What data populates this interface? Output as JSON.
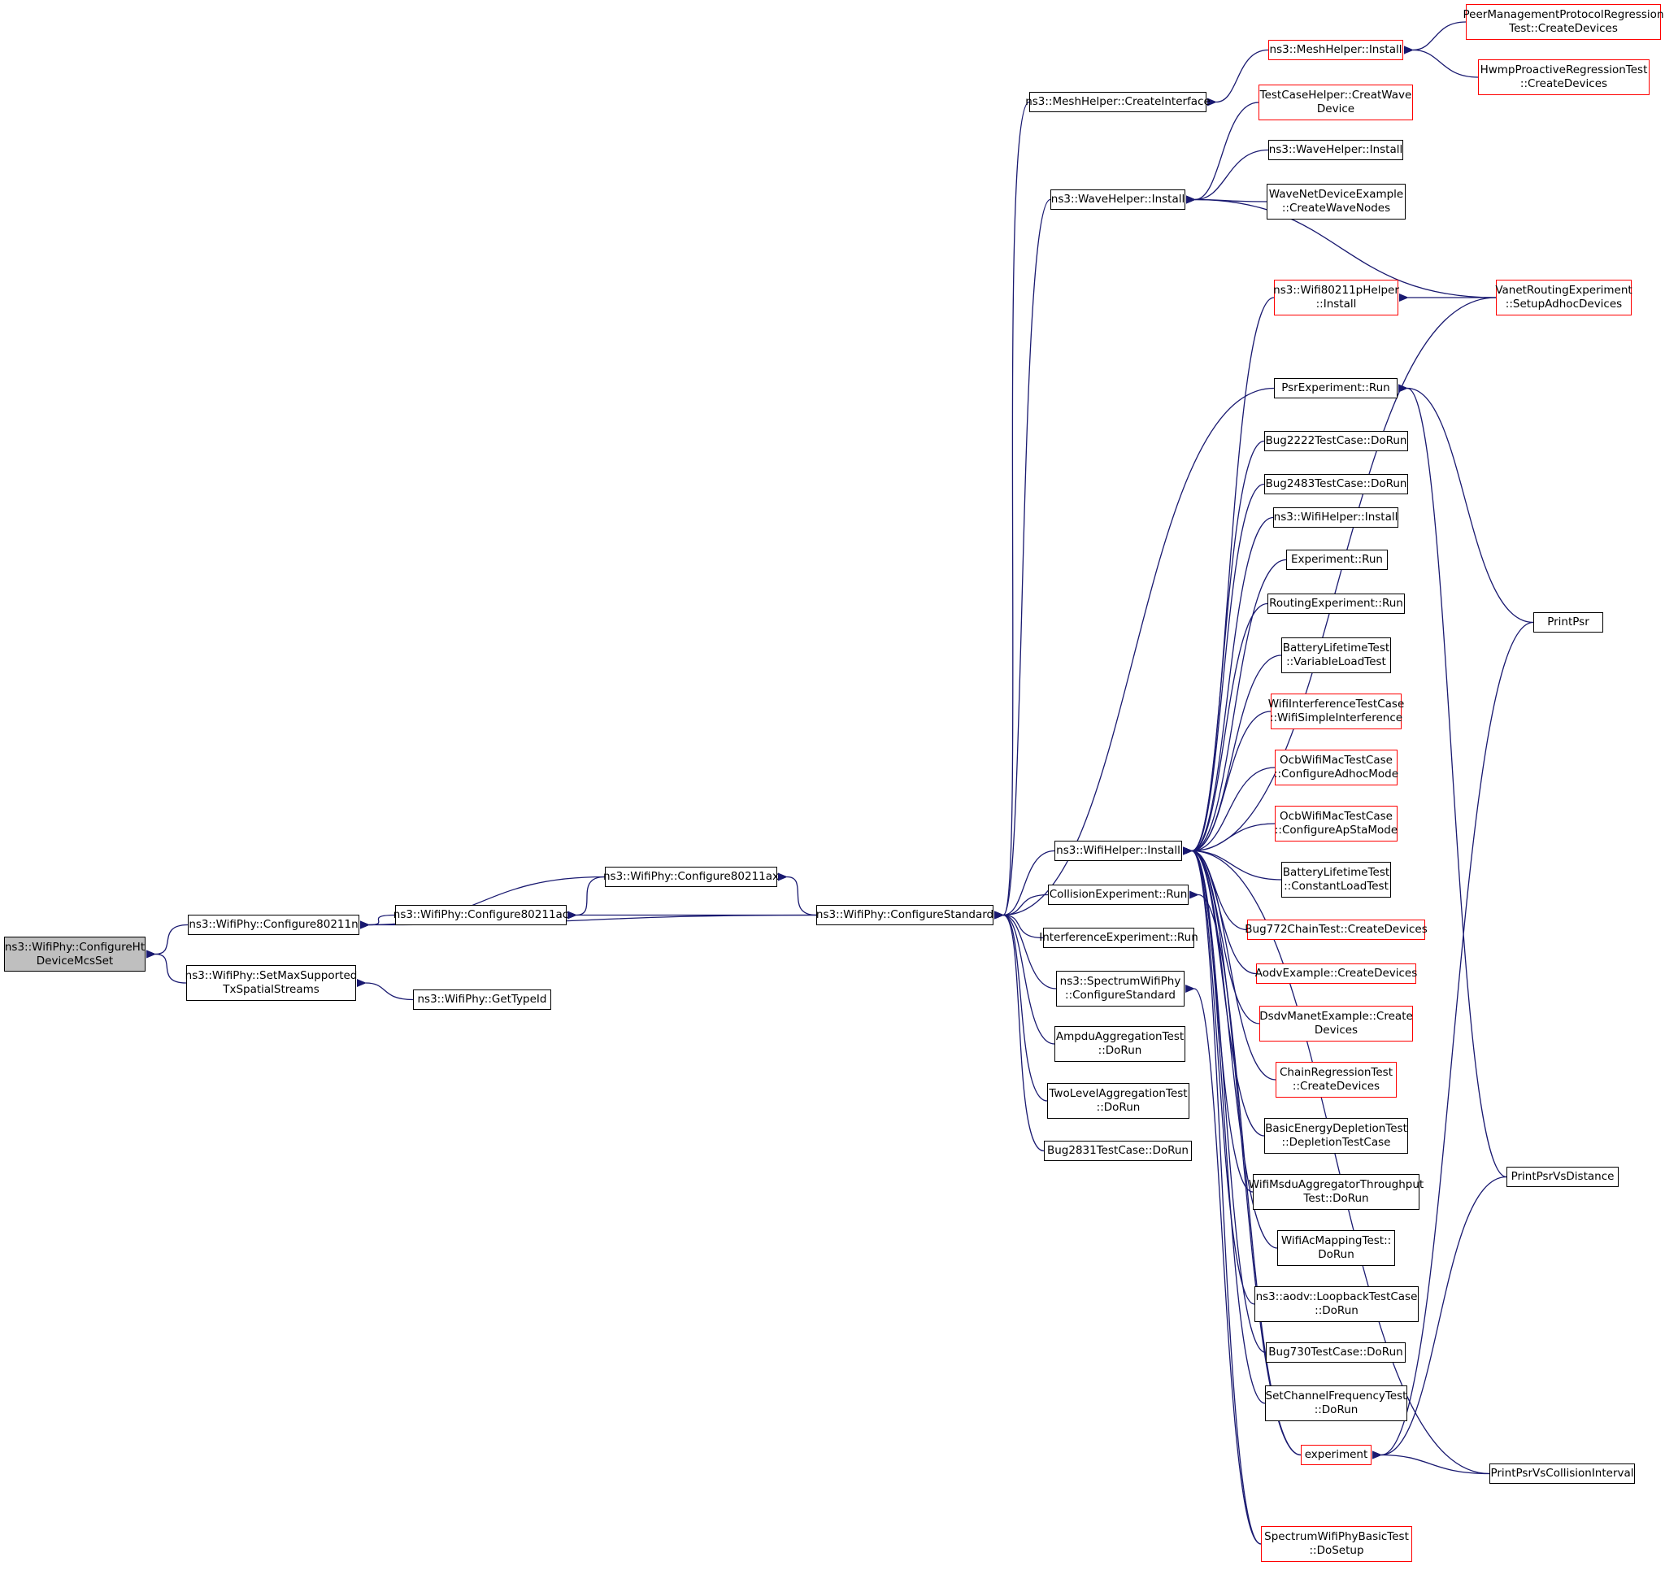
{
  "colors": {
    "edge": "#191970",
    "node_border": "#000000",
    "node_red": "#ff0000",
    "focus_fill": "#bfbfbf",
    "background": "#ffffff"
  },
  "nodes": [
    {
      "id": "n0",
      "label": "ns3::WifiPhy::ConfigureHt\nDeviceMcsSet",
      "style": "focus"
    },
    {
      "id": "n1",
      "label": "ns3::WifiPhy::Configure80211n",
      "style": "black"
    },
    {
      "id": "n2",
      "label": "ns3::WifiPhy::SetMaxSupported\nTxSpatialStreams",
      "style": "black"
    },
    {
      "id": "n3",
      "label": "ns3::WifiPhy::Configure80211ac",
      "style": "black"
    },
    {
      "id": "n4",
      "label": "ns3::WifiPhy::Configure80211ax",
      "style": "black"
    },
    {
      "id": "n5",
      "label": "ns3::WifiPhy::GetTypeId",
      "style": "black"
    },
    {
      "id": "n6",
      "label": "ns3::WifiPhy::ConfigureStandard",
      "style": "black"
    },
    {
      "id": "n7",
      "label": "ns3::MeshHelper::CreateInterface",
      "style": "black"
    },
    {
      "id": "n8",
      "label": "ns3::WaveHelper::Install",
      "style": "black"
    },
    {
      "id": "n9",
      "label": "ns3::WifiHelper::Install",
      "style": "black"
    },
    {
      "id": "n10",
      "label": "CollisionExperiment::Run",
      "style": "black"
    },
    {
      "id": "n11",
      "label": "InterferenceExperiment::Run",
      "style": "black"
    },
    {
      "id": "n12",
      "label": "ns3::SpectrumWifiPhy\n::ConfigureStandard",
      "style": "black"
    },
    {
      "id": "n13",
      "label": "AmpduAggregationTest\n::DoRun",
      "style": "black"
    },
    {
      "id": "n14",
      "label": "TwoLevelAggregationTest\n::DoRun",
      "style": "black"
    },
    {
      "id": "n15",
      "label": "Bug2831TestCase::DoRun",
      "style": "black"
    },
    {
      "id": "n16",
      "label": "ns3::MeshHelper::Install",
      "style": "red"
    },
    {
      "id": "n17",
      "label": "TestCaseHelper::CreatWave\nDevice",
      "style": "red"
    },
    {
      "id": "n18",
      "label": "ns3::WaveHelper::Install",
      "style": "black"
    },
    {
      "id": "n19",
      "label": "WaveNetDeviceExample\n::CreateWaveNodes",
      "style": "black"
    },
    {
      "id": "n20",
      "label": "ns3::Wifi80211pHelper\n::Install",
      "style": "red"
    },
    {
      "id": "n21",
      "label": "PsrExperiment::Run",
      "style": "black"
    },
    {
      "id": "n22",
      "label": "Bug2222TestCase::DoRun",
      "style": "black"
    },
    {
      "id": "n23",
      "label": "Bug2483TestCase::DoRun",
      "style": "black"
    },
    {
      "id": "n24",
      "label": "ns3::WifiHelper::Install",
      "style": "black"
    },
    {
      "id": "n25",
      "label": "Experiment::Run",
      "style": "black"
    },
    {
      "id": "n26",
      "label": "RoutingExperiment::Run",
      "style": "black"
    },
    {
      "id": "n27",
      "label": "BatteryLifetimeTest\n::VariableLoadTest",
      "style": "black"
    },
    {
      "id": "n28",
      "label": "WifiInterferenceTestCase\n::WifiSimpleInterference",
      "style": "red"
    },
    {
      "id": "n29",
      "label": "OcbWifiMacTestCase\n::ConfigureAdhocMode",
      "style": "red"
    },
    {
      "id": "n30",
      "label": "OcbWifiMacTestCase\n::ConfigureApStaMode",
      "style": "red"
    },
    {
      "id": "n31",
      "label": "BatteryLifetimeTest\n::ConstantLoadTest",
      "style": "black"
    },
    {
      "id": "n32",
      "label": "Bug772ChainTest::CreateDevices",
      "style": "red"
    },
    {
      "id": "n33",
      "label": "AodvExample::CreateDevices",
      "style": "red"
    },
    {
      "id": "n34",
      "label": "DsdvManetExample::Create\nDevices",
      "style": "red"
    },
    {
      "id": "n35",
      "label": "ChainRegressionTest\n::CreateDevices",
      "style": "red"
    },
    {
      "id": "n36",
      "label": "BasicEnergyDepletionTest\n::DepletionTestCase",
      "style": "black"
    },
    {
      "id": "n37",
      "label": "WifiMsduAggregatorThroughput\nTest::DoRun",
      "style": "black"
    },
    {
      "id": "n38",
      "label": "WifiAcMappingTest::\nDoRun",
      "style": "black"
    },
    {
      "id": "n39",
      "label": "ns3::aodv::LoopbackTestCase\n::DoRun",
      "style": "black"
    },
    {
      "id": "n40",
      "label": "Bug730TestCase::DoRun",
      "style": "black"
    },
    {
      "id": "n41",
      "label": "SetChannelFrequencyTest\n::DoRun",
      "style": "black"
    },
    {
      "id": "n42",
      "label": "experiment",
      "style": "red"
    },
    {
      "id": "n43",
      "label": "SpectrumWifiPhyBasicTest\n::DoSetup",
      "style": "red"
    },
    {
      "id": "n44",
      "label": "PeerManagementProtocolRegression\nTest::CreateDevices",
      "style": "red"
    },
    {
      "id": "n45",
      "label": "HwmpProactiveRegressionTest\n::CreateDevices",
      "style": "red"
    },
    {
      "id": "n46",
      "label": "VanetRoutingExperiment\n::SetupAdhocDevices",
      "style": "red"
    },
    {
      "id": "n47",
      "label": "PrintPsr",
      "style": "black"
    },
    {
      "id": "n48",
      "label": "PrintPsrVsDistance",
      "style": "black"
    },
    {
      "id": "n49",
      "label": "PrintPsrVsCollisionInterval",
      "style": "black"
    }
  ],
  "edges": [
    [
      "n1",
      "n0"
    ],
    [
      "n2",
      "n0"
    ],
    [
      "n3",
      "n1"
    ],
    [
      "n4",
      "n1"
    ],
    [
      "n6",
      "n1"
    ],
    [
      "n5",
      "n2"
    ],
    [
      "n6",
      "n3"
    ],
    [
      "n4",
      "n3"
    ],
    [
      "n6",
      "n4"
    ],
    [
      "n7",
      "n6"
    ],
    [
      "n8",
      "n6"
    ],
    [
      "n9",
      "n6"
    ],
    [
      "n10",
      "n6"
    ],
    [
      "n11",
      "n6"
    ],
    [
      "n12",
      "n6"
    ],
    [
      "n13",
      "n6"
    ],
    [
      "n14",
      "n6"
    ],
    [
      "n15",
      "n6"
    ],
    [
      "n21",
      "n6"
    ],
    [
      "n16",
      "n7"
    ],
    [
      "n17",
      "n8"
    ],
    [
      "n18",
      "n8"
    ],
    [
      "n19",
      "n8"
    ],
    [
      "n46",
      "n8"
    ],
    [
      "n20",
      "n9"
    ],
    [
      "n46",
      "n9"
    ],
    [
      "n22",
      "n9"
    ],
    [
      "n23",
      "n9"
    ],
    [
      "n24",
      "n9"
    ],
    [
      "n25",
      "n9"
    ],
    [
      "n26",
      "n9"
    ],
    [
      "n27",
      "n9"
    ],
    [
      "n28",
      "n9"
    ],
    [
      "n29",
      "n9"
    ],
    [
      "n30",
      "n9"
    ],
    [
      "n31",
      "n9"
    ],
    [
      "n32",
      "n9"
    ],
    [
      "n33",
      "n9"
    ],
    [
      "n34",
      "n9"
    ],
    [
      "n35",
      "n9"
    ],
    [
      "n36",
      "n9"
    ],
    [
      "n37",
      "n9"
    ],
    [
      "n38",
      "n9"
    ],
    [
      "n39",
      "n9"
    ],
    [
      "n40",
      "n9"
    ],
    [
      "n41",
      "n9"
    ],
    [
      "n42",
      "n9"
    ],
    [
      "n43",
      "n9"
    ],
    [
      "n49",
      "n9"
    ],
    [
      "n42",
      "n10"
    ],
    [
      "n43",
      "n12"
    ],
    [
      "n44",
      "n16"
    ],
    [
      "n45",
      "n16"
    ],
    [
      "n46",
      "n20"
    ],
    [
      "n47",
      "n21"
    ],
    [
      "n48",
      "n21"
    ],
    [
      "n49",
      "n42"
    ],
    [
      "n47",
      "n42"
    ],
    [
      "n48",
      "n42"
    ]
  ]
}
